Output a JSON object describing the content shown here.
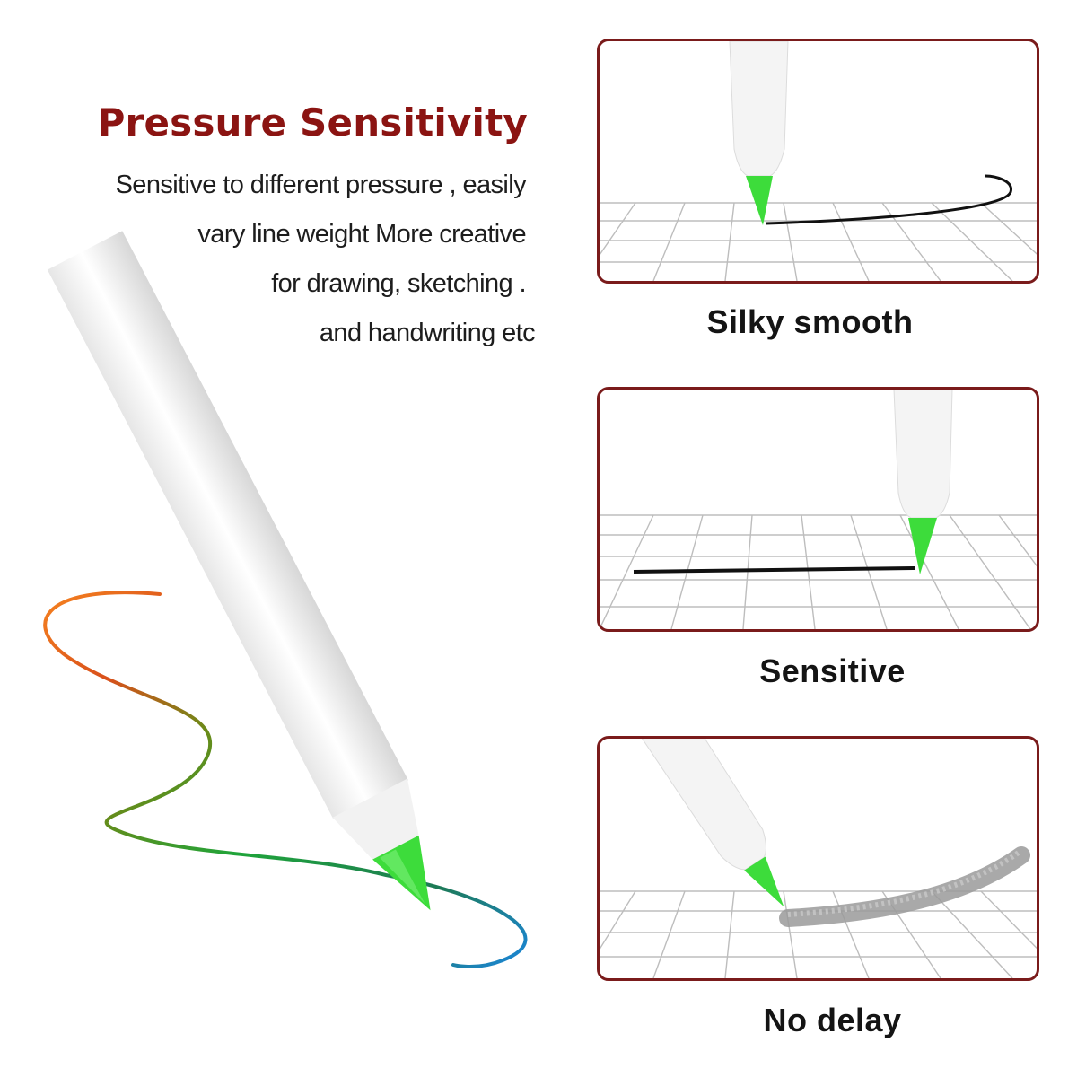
{
  "heading": "Pressure Sensitivity",
  "description_lines": [
    "Sensitive to different pressure , easily",
    "vary line weight More creative",
    "for drawing,   sketching .",
    "and handwriting etc"
  ],
  "features": [
    {
      "caption": "Silky smooth"
    },
    {
      "caption": "Sensitive"
    },
    {
      "caption": "No delay"
    }
  ],
  "colors": {
    "heading": "#8b1412",
    "panel_border": "#7a1b1b",
    "nib": "#3ddc3b",
    "stroke_gradient": [
      "#f06a1a",
      "#1fa83a",
      "#1b7fd6"
    ]
  },
  "icons": [
    "stylus-pencil-icon",
    "green-nib-icon",
    "grid-surface-icon"
  ]
}
